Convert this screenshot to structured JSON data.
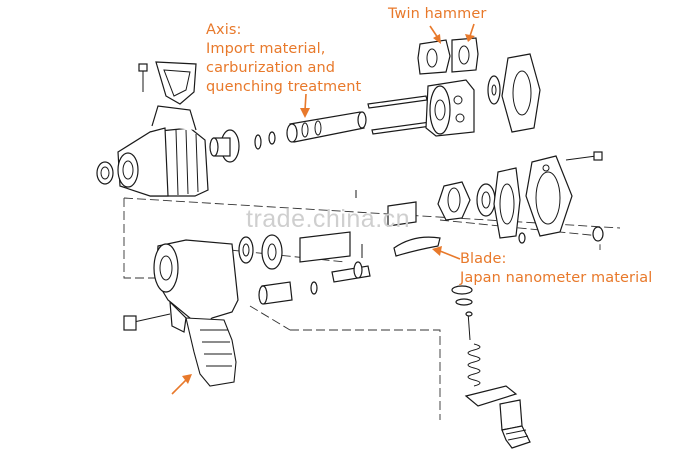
{
  "callouts": {
    "axis": [
      "Axis:",
      "Import material,",
      "carburization and",
      "quenching treatment"
    ],
    "twin_hammer": "Twin hammer",
    "blade": [
      "Blade:",
      "Japan nanometer material"
    ]
  },
  "watermark": "trade.china.cn",
  "colors": {
    "callout": "#e8792b",
    "line": "#1a1a1a",
    "watermark": "#cfcfcf"
  }
}
